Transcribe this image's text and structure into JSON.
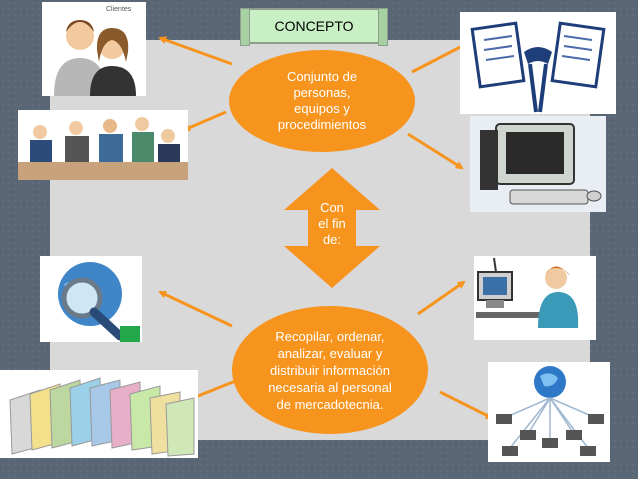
{
  "title": "CONCEPTO",
  "top_ellipse": [
    "Conjunto de",
    "personas,",
    "equipos y",
    "procedimientos"
  ],
  "middle_diamond": [
    "Con",
    "el fin",
    "de:"
  ],
  "bottom_ellipse": [
    "Recopilar, ordenar,",
    "analizar, evaluar y",
    "distribuir información",
    "necesaria  al personal",
    "de mercadotecnia."
  ],
  "clientes_label": "Clientes",
  "colors": {
    "background": "#596675",
    "panel": "#d9d9d9",
    "orange": "#f7941d",
    "title_fill": "#c9f0c5"
  },
  "icons": [
    "clients-icon",
    "meeting-icon",
    "handshake-icon",
    "computer-icon",
    "search-globe-icon",
    "office-worker-icon",
    "folders-icon",
    "network-icon"
  ]
}
